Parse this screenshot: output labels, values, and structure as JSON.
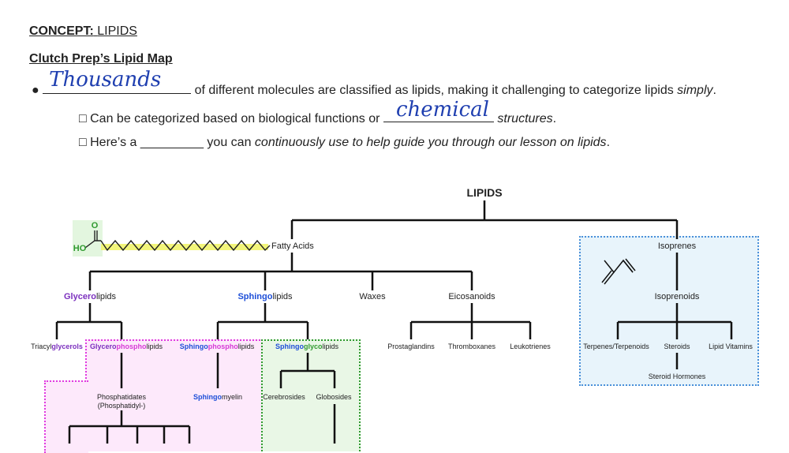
{
  "header": {
    "concept_prefix": "CONCEPT:",
    "concept_topic": "LIPIDS",
    "subtitle": "Clutch Prep’s Lipid Map"
  },
  "bullets": {
    "b1": {
      "handwritten": "Thousands",
      "rest": "of different molecules are classified as lipids, making it challenging to categorize lipids",
      "emph": "simply",
      "end": "."
    },
    "b2": {
      "marker": "□",
      "before": "Can be categorized based on biological functions or",
      "handwritten": "chemical",
      "emph": "structures",
      "end": "."
    },
    "b3": {
      "marker": "□",
      "before": "Here’s a",
      "blank": "_________",
      "after": "you can",
      "emph": "continuously use to help guide you through our lesson on lipids",
      "end": "."
    }
  },
  "diagram": {
    "root": "LIPIDS",
    "fatty_acids": "Fatty Acids",
    "acid_O": "O",
    "acid_HO": "HO",
    "glycerolipids": {
      "a": "Glycero",
      "b": "lipids"
    },
    "sphingolipids": {
      "a": "Sphingo",
      "b": "lipids"
    },
    "waxes": "Waxes",
    "eicosanoids": "Eicosanoids",
    "triacylglycerols": {
      "a": "Triacyl",
      "b": "glycerols"
    },
    "glycerophospholipids": {
      "a": "Glycero",
      "b": "phospho",
      "c": "lipids"
    },
    "sphingophospholipids": {
      "a": "Sphingo",
      "b": "phospho",
      "c": "lipids"
    },
    "sphingoglycolipids": {
      "a": "Sphingo",
      "b": "glyco",
      "c": "lipids"
    },
    "prostaglandins": "Prostaglandins",
    "thromboxanes": "Thromboxanes",
    "leukotrienes": "Leukotrienes",
    "phosphatidates": "Phosphatidates",
    "phosphatidyl": "(Phosphatidyl-)",
    "sphingomyelin": {
      "a": "Sphingo",
      "b": "myelin"
    },
    "cerebrosides": "Cerebrosides",
    "globosides": "Globosides",
    "isoprenes": "Isoprenes",
    "isoprenoids": "Isoprenoids",
    "terpenes": "Terpenes/Terpenoids",
    "steroids": "Steroids",
    "lipid_vitamins": "Lipid Vitamins",
    "steroid_hormones": "Steroid Hormones"
  },
  "colors": {
    "purple": "#7b2fbe",
    "blue": "#1e4fd8",
    "pink_text": "#d63ad6",
    "green_text": "#2f9a2f",
    "handwriting": "#1f3fb0",
    "isoprene_box": "#4a90d9",
    "isoprene_fill": "#e8f4fb",
    "glycero_box": "#e03ae0",
    "glycero_fill": "#fde9fb",
    "glyco_box": "#2f9a2f",
    "glyco_fill": "#e9f7e6",
    "chain_fill": "#f2f57a"
  }
}
